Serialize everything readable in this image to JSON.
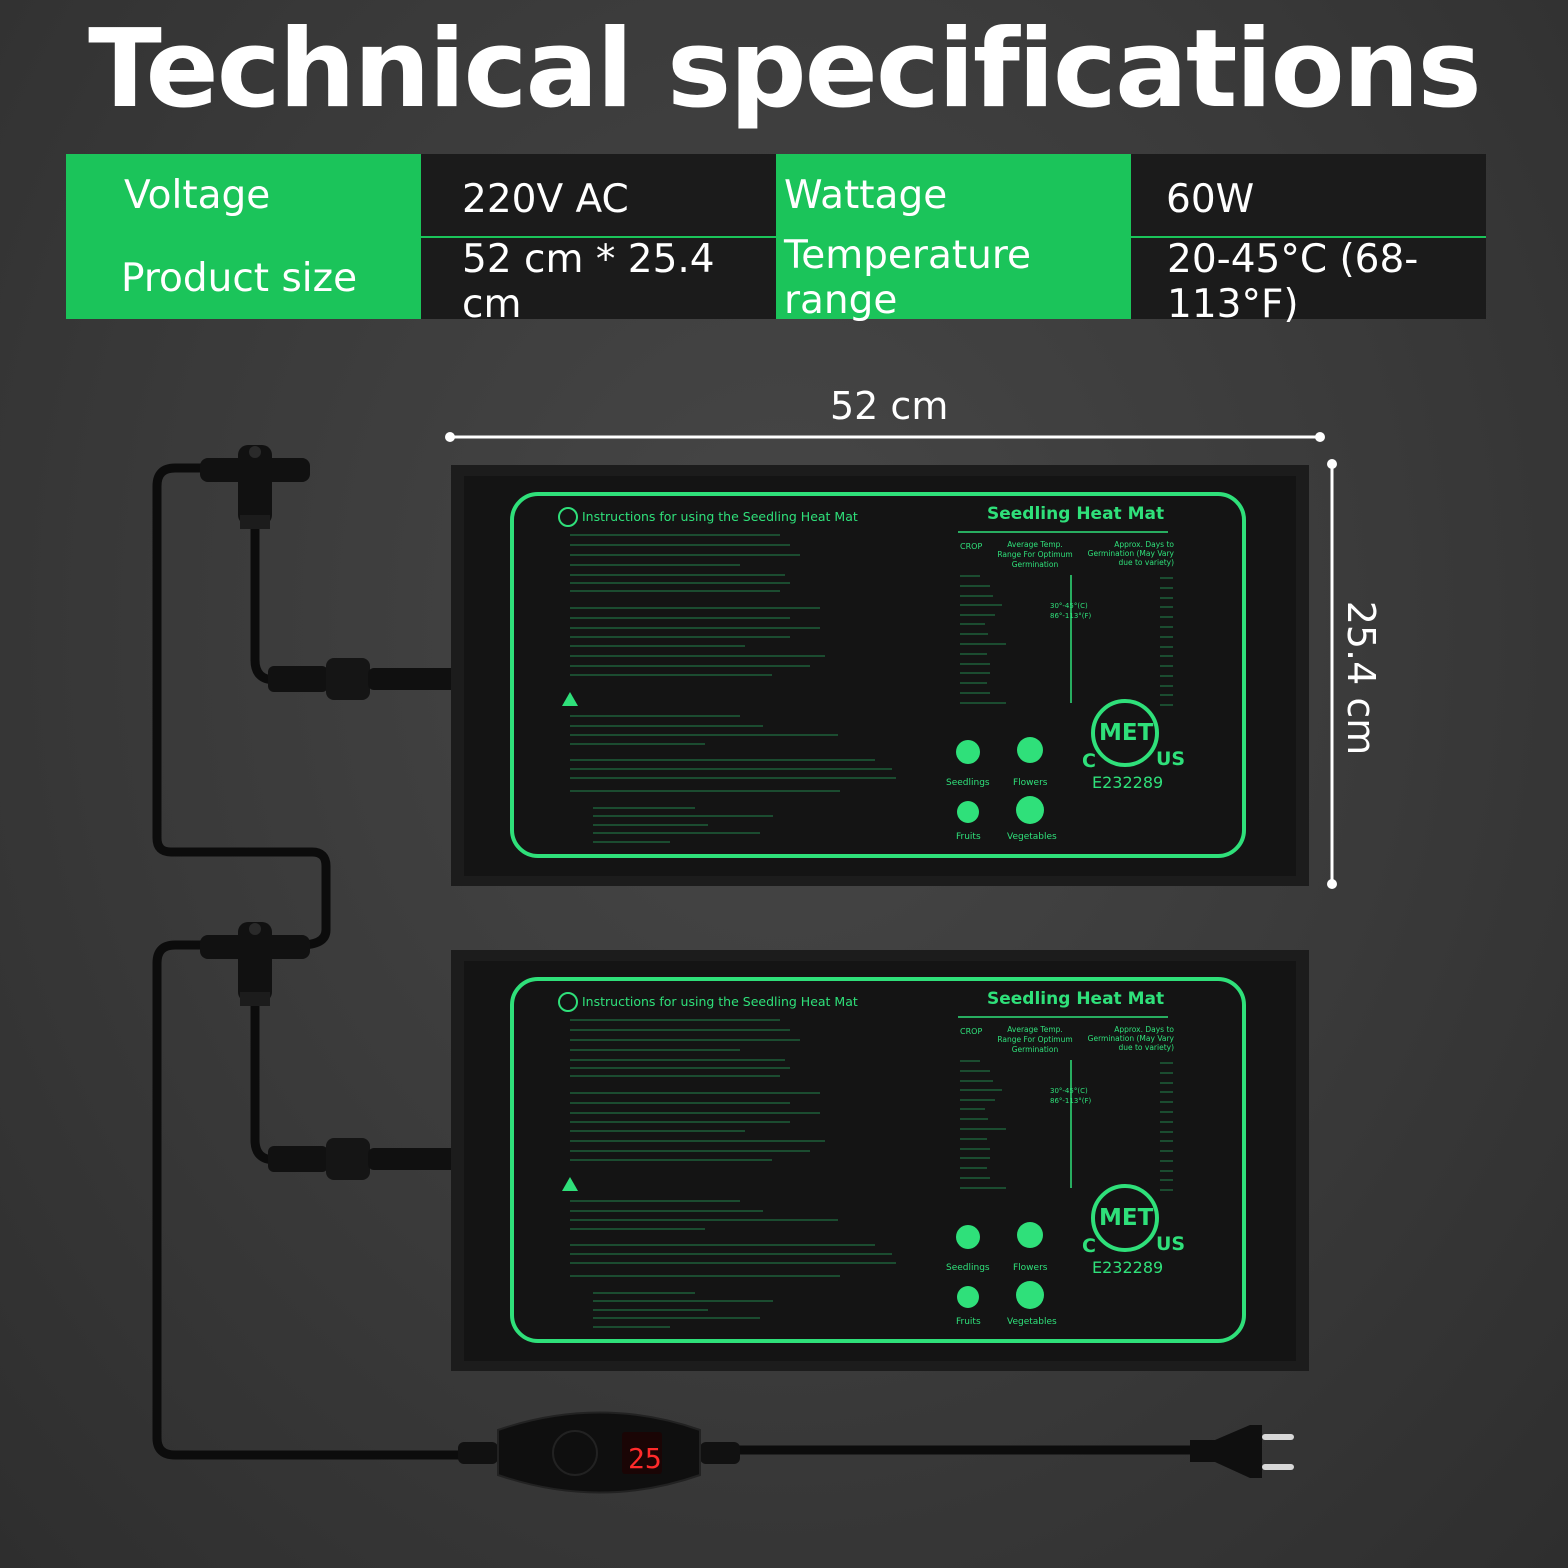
{
  "title": "Technical specifications",
  "specs": {
    "voltage_label": "Voltage",
    "voltage_value": "220V AC",
    "wattage_label": "Wattage",
    "wattage_value": "60W",
    "size_label": "Product size",
    "size_value": "52 cm * 25.4 cm",
    "temp_label": "Temperature range",
    "temp_value": "20-45°C (68-113°F)"
  },
  "dimensions": {
    "width": "52 cm",
    "height": "25.4 cm"
  },
  "mat": {
    "instructions_title": "Instructions for using the Seedling Heat Mat",
    "product_title": "Seedling Heat Mat",
    "crop_header": "CROP",
    "temp_header": "Average Temp. Range For Optimum Germination",
    "days_header": "Approx. Days to Germination (May Vary due to variety)",
    "temp_range": "30°-45°(C) 86°-113°(F)",
    "cert_code": "E232289",
    "met": "MET",
    "c": "C",
    "us": "US",
    "icon_labels": [
      "Seedlings",
      "Flowers",
      "Fruits",
      "Vegetables"
    ]
  },
  "colors": {
    "accent": "#1bc45a",
    "mat_green": "#2fe07a",
    "cell_dark": "#1b1b1b"
  }
}
